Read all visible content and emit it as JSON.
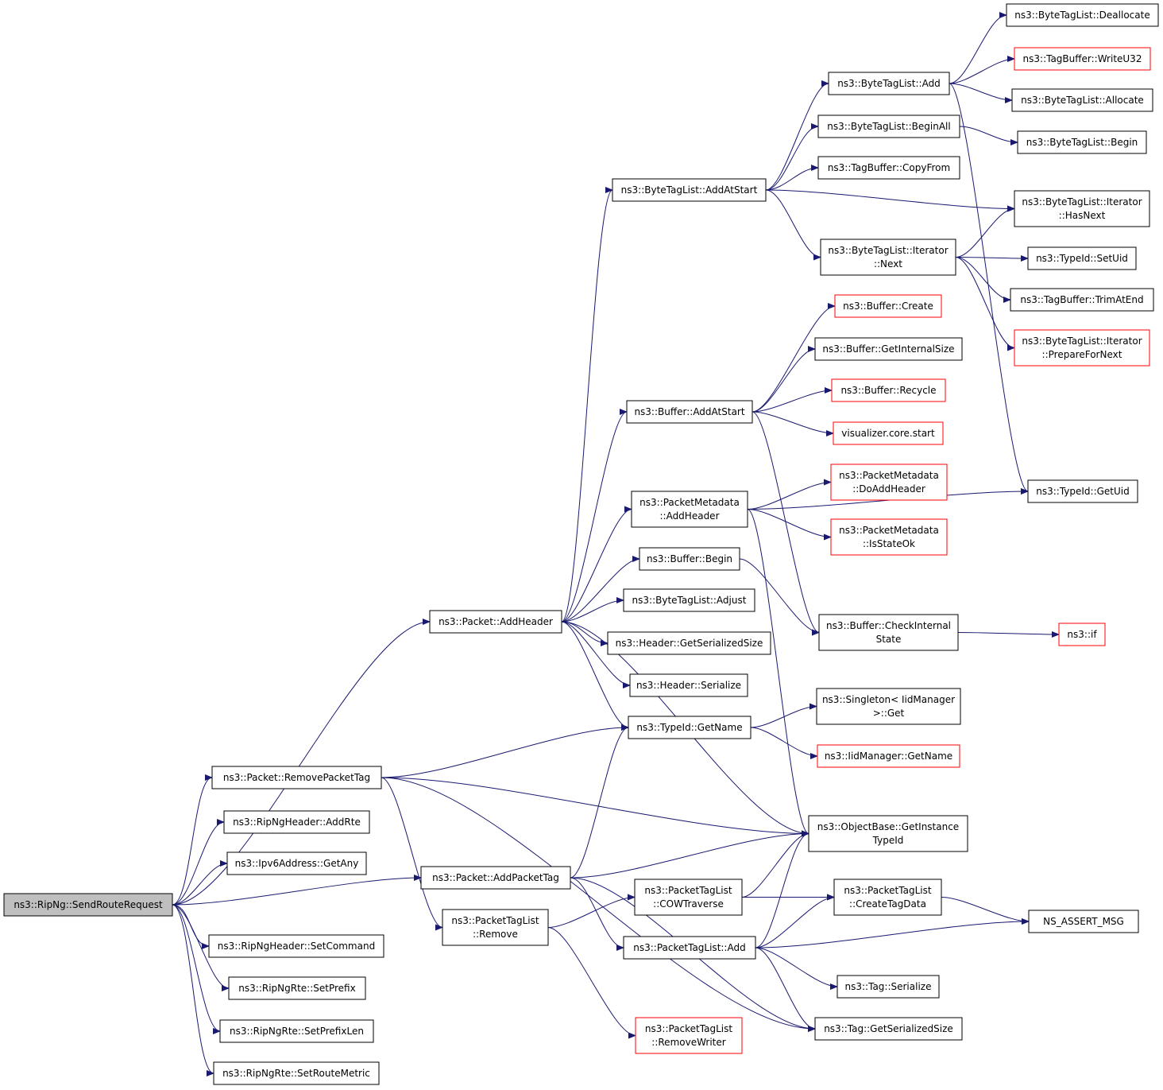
{
  "colors": {
    "edge": "#191970",
    "default_border": "#000000",
    "external_border": "#ff0000",
    "root_fill": "#bfbfbf"
  },
  "nodes": [
    {
      "id": "root",
      "lines": [
        "ns3::RipNg::SendRouteRequest"
      ],
      "style": "root"
    },
    {
      "id": "pkt_addheader",
      "lines": [
        "ns3::Packet::AddHeader"
      ],
      "style": "normal"
    },
    {
      "id": "pkt_removepackettag",
      "lines": [
        "ns3::Packet::RemovePacketTag"
      ],
      "style": "normal"
    },
    {
      "id": "ripngheader_addrte",
      "lines": [
        "ns3::RipNgHeader::AddRte"
      ],
      "style": "normal"
    },
    {
      "id": "ipv6_getany",
      "lines": [
        "ns3::Ipv6Address::GetAny"
      ],
      "style": "normal"
    },
    {
      "id": "pkt_addpackettag",
      "lines": [
        "ns3::Packet::AddPacketTag"
      ],
      "style": "normal"
    },
    {
      "id": "ripngheader_setcommand",
      "lines": [
        "ns3::RipNgHeader::SetCommand"
      ],
      "style": "normal"
    },
    {
      "id": "ripngrte_setprefix",
      "lines": [
        "ns3::RipNgRte::SetPrefix"
      ],
      "style": "normal"
    },
    {
      "id": "ripngrte_setprefixlen",
      "lines": [
        "ns3::RipNgRte::SetPrefixLen"
      ],
      "style": "normal"
    },
    {
      "id": "ripngrte_setroutemetric",
      "lines": [
        "ns3::RipNgRte::SetRouteMetric"
      ],
      "style": "normal"
    },
    {
      "id": "ptl_remove",
      "lines": [
        "ns3::PacketTagList",
        "::Remove"
      ],
      "style": "normal"
    },
    {
      "id": "ptl_removewriter",
      "lines": [
        "ns3::PacketTagList",
        "::RemoveWriter"
      ],
      "style": "red"
    },
    {
      "id": "btl_addatstart",
      "lines": [
        "ns3::ByteTagList::AddAtStart"
      ],
      "style": "normal"
    },
    {
      "id": "buf_addatstart",
      "lines": [
        "ns3::Buffer::AddAtStart"
      ],
      "style": "normal"
    },
    {
      "id": "pm_addheader",
      "lines": [
        "ns3::PacketMetadata",
        "::AddHeader"
      ],
      "style": "normal"
    },
    {
      "id": "buf_begin",
      "lines": [
        "ns3::Buffer::Begin"
      ],
      "style": "normal"
    },
    {
      "id": "btl_adjust",
      "lines": [
        "ns3::ByteTagList::Adjust"
      ],
      "style": "normal"
    },
    {
      "id": "hdr_getserializedsize",
      "lines": [
        "ns3::Header::GetSerializedSize"
      ],
      "style": "normal"
    },
    {
      "id": "hdr_serialize",
      "lines": [
        "ns3::Header::Serialize"
      ],
      "style": "normal"
    },
    {
      "id": "typeid_getname",
      "lines": [
        "ns3::TypeId::GetName"
      ],
      "style": "normal"
    },
    {
      "id": "ptl_cowtraverse",
      "lines": [
        "ns3::PacketTagList",
        "::COWTraverse"
      ],
      "style": "normal"
    },
    {
      "id": "ptl_add",
      "lines": [
        "ns3::PacketTagList::Add"
      ],
      "style": "normal"
    },
    {
      "id": "btl_add",
      "lines": [
        "ns3::ByteTagList::Add"
      ],
      "style": "normal"
    },
    {
      "id": "btl_beginall",
      "lines": [
        "ns3::ByteTagList::BeginAll"
      ],
      "style": "normal"
    },
    {
      "id": "tb_copyfrom",
      "lines": [
        "ns3::TagBuffer::CopyFrom"
      ],
      "style": "normal"
    },
    {
      "id": "btl_it_next",
      "lines": [
        "ns3::ByteTagList::Iterator",
        "::Next"
      ],
      "style": "normal"
    },
    {
      "id": "buf_create",
      "lines": [
        "ns3::Buffer::Create"
      ],
      "style": "red"
    },
    {
      "id": "buf_getinternalsize",
      "lines": [
        "ns3::Buffer::GetInternalSize"
      ],
      "style": "normal"
    },
    {
      "id": "buf_recycle",
      "lines": [
        "ns3::Buffer::Recycle"
      ],
      "style": "red"
    },
    {
      "id": "viz_start",
      "lines": [
        "visualizer.core.start"
      ],
      "style": "red"
    },
    {
      "id": "pm_doaddheader",
      "lines": [
        "ns3::PacketMetadata",
        "::DoAddHeader"
      ],
      "style": "red"
    },
    {
      "id": "pm_isstateok",
      "lines": [
        "ns3::PacketMetadata",
        "::IsStateOk"
      ],
      "style": "red"
    },
    {
      "id": "buf_checkinternalstate",
      "lines": [
        "ns3::Buffer::CheckInternal",
        "State"
      ],
      "style": "normal"
    },
    {
      "id": "singleton_get",
      "lines": [
        "ns3::Singleton< IidManager",
        ">::Get"
      ],
      "style": "normal"
    },
    {
      "id": "iidmanager_getname",
      "lines": [
        "ns3::IidManager::GetName"
      ],
      "style": "red"
    },
    {
      "id": "objbase_getinstancetypeid",
      "lines": [
        "ns3::ObjectBase::GetInstance",
        "TypeId"
      ],
      "style": "normal"
    },
    {
      "id": "ptl_createtagdata",
      "lines": [
        "ns3::PacketTagList",
        "::CreateTagData"
      ],
      "style": "normal"
    },
    {
      "id": "tag_serialize",
      "lines": [
        "ns3::Tag::Serialize"
      ],
      "style": "normal"
    },
    {
      "id": "tag_getserializedsize",
      "lines": [
        "ns3::Tag::GetSerializedSize"
      ],
      "style": "normal"
    },
    {
      "id": "btl_deallocate",
      "lines": [
        "ns3::ByteTagList::Deallocate"
      ],
      "style": "normal"
    },
    {
      "id": "tb_writeu32",
      "lines": [
        "ns3::TagBuffer::WriteU32"
      ],
      "style": "red"
    },
    {
      "id": "btl_allocate",
      "lines": [
        "ns3::ByteTagList::Allocate"
      ],
      "style": "normal"
    },
    {
      "id": "btl_begin",
      "lines": [
        "ns3::ByteTagList::Begin"
      ],
      "style": "normal"
    },
    {
      "id": "btl_it_hasnext",
      "lines": [
        "ns3::ByteTagList::Iterator",
        "::HasNext"
      ],
      "style": "normal"
    },
    {
      "id": "typeid_setuid",
      "lines": [
        "ns3::TypeId::SetUid"
      ],
      "style": "normal"
    },
    {
      "id": "tb_trimatend",
      "lines": [
        "ns3::TagBuffer::TrimAtEnd"
      ],
      "style": "normal"
    },
    {
      "id": "btl_it_preparefornext",
      "lines": [
        "ns3::ByteTagList::Iterator",
        "::PrepareForNext"
      ],
      "style": "red"
    },
    {
      "id": "typeid_getuid",
      "lines": [
        "ns3::TypeId::GetUid"
      ],
      "style": "normal"
    },
    {
      "id": "ns3_if",
      "lines": [
        "ns3::if"
      ],
      "style": "red"
    },
    {
      "id": "ns_assert_msg",
      "lines": [
        "NS_ASSERT_MSG"
      ],
      "style": "normal"
    }
  ],
  "edges": [
    {
      "from": "root",
      "to": "pkt_addheader"
    },
    {
      "from": "root",
      "to": "pkt_removepackettag"
    },
    {
      "from": "root",
      "to": "ripngheader_addrte"
    },
    {
      "from": "root",
      "to": "ipv6_getany"
    },
    {
      "from": "root",
      "to": "pkt_addpackettag"
    },
    {
      "from": "root",
      "to": "ripngheader_setcommand"
    },
    {
      "from": "root",
      "to": "ripngrte_setprefix"
    },
    {
      "from": "root",
      "to": "ripngrte_setprefixlen"
    },
    {
      "from": "root",
      "to": "ripngrte_setroutemetric"
    },
    {
      "from": "pkt_addheader",
      "to": "btl_addatstart"
    },
    {
      "from": "pkt_addheader",
      "to": "buf_addatstart"
    },
    {
      "from": "pkt_addheader",
      "to": "pm_addheader"
    },
    {
      "from": "pkt_addheader",
      "to": "buf_begin"
    },
    {
      "from": "pkt_addheader",
      "to": "btl_adjust"
    },
    {
      "from": "pkt_addheader",
      "to": "hdr_getserializedsize"
    },
    {
      "from": "pkt_addheader",
      "to": "hdr_serialize"
    },
    {
      "from": "pkt_addheader",
      "to": "typeid_getname"
    },
    {
      "from": "pkt_addheader",
      "to": "objbase_getinstancetypeid"
    },
    {
      "from": "pkt_removepackettag",
      "to": "typeid_getname"
    },
    {
      "from": "pkt_removepackettag",
      "to": "objbase_getinstancetypeid"
    },
    {
      "from": "pkt_removepackettag",
      "to": "ptl_remove"
    },
    {
      "from": "pkt_removepackettag",
      "to": "tag_getserializedsize"
    },
    {
      "from": "pkt_addpackettag",
      "to": "typeid_getname"
    },
    {
      "from": "pkt_addpackettag",
      "to": "objbase_getinstancetypeid"
    },
    {
      "from": "pkt_addpackettag",
      "to": "ptl_add"
    },
    {
      "from": "pkt_addpackettag",
      "to": "tag_getserializedsize"
    },
    {
      "from": "ptl_remove",
      "to": "ptl_cowtraverse"
    },
    {
      "from": "ptl_remove",
      "to": "ptl_removewriter"
    },
    {
      "from": "ptl_cowtraverse",
      "to": "objbase_getinstancetypeid"
    },
    {
      "from": "ptl_cowtraverse",
      "to": "ptl_createtagdata"
    },
    {
      "from": "ptl_add",
      "to": "objbase_getinstancetypeid"
    },
    {
      "from": "ptl_add",
      "to": "ptl_createtagdata"
    },
    {
      "from": "ptl_add",
      "to": "ns_assert_msg"
    },
    {
      "from": "ptl_add",
      "to": "tag_serialize"
    },
    {
      "from": "ptl_add",
      "to": "tag_getserializedsize"
    },
    {
      "from": "ptl_createtagdata",
      "to": "ns_assert_msg"
    },
    {
      "from": "btl_addatstart",
      "to": "btl_add"
    },
    {
      "from": "btl_addatstart",
      "to": "btl_beginall"
    },
    {
      "from": "btl_addatstart",
      "to": "tb_copyfrom"
    },
    {
      "from": "btl_addatstart",
      "to": "btl_it_hasnext"
    },
    {
      "from": "btl_addatstart",
      "to": "btl_it_next"
    },
    {
      "from": "btl_add",
      "to": "btl_deallocate"
    },
    {
      "from": "btl_add",
      "to": "tb_writeu32"
    },
    {
      "from": "btl_add",
      "to": "btl_allocate"
    },
    {
      "from": "btl_add",
      "to": "typeid_getuid"
    },
    {
      "from": "btl_beginall",
      "to": "btl_begin"
    },
    {
      "from": "btl_it_next",
      "to": "btl_it_hasnext"
    },
    {
      "from": "btl_it_next",
      "to": "typeid_setuid"
    },
    {
      "from": "btl_it_next",
      "to": "tb_trimatend"
    },
    {
      "from": "btl_it_next",
      "to": "btl_it_preparefornext"
    },
    {
      "from": "buf_addatstart",
      "to": "buf_create"
    },
    {
      "from": "buf_addatstart",
      "to": "buf_getinternalsize"
    },
    {
      "from": "buf_addatstart",
      "to": "buf_recycle"
    },
    {
      "from": "buf_addatstart",
      "to": "viz_start"
    },
    {
      "from": "buf_addatstart",
      "to": "buf_checkinternalstate"
    },
    {
      "from": "pm_addheader",
      "to": "pm_doaddheader"
    },
    {
      "from": "pm_addheader",
      "to": "pm_isstateok"
    },
    {
      "from": "pm_addheader",
      "to": "typeid_getuid"
    },
    {
      "from": "pm_addheader",
      "to": "objbase_getinstancetypeid"
    },
    {
      "from": "buf_begin",
      "to": "buf_checkinternalstate"
    },
    {
      "from": "buf_checkinternalstate",
      "to": "ns3_if"
    },
    {
      "from": "typeid_getname",
      "to": "singleton_get"
    },
    {
      "from": "typeid_getname",
      "to": "iidmanager_getname"
    }
  ]
}
